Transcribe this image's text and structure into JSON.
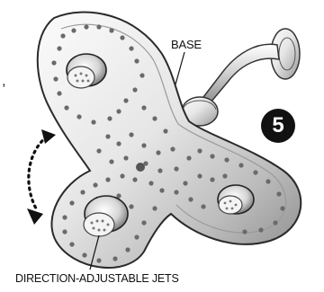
{
  "labels": {
    "base": "BASE",
    "jets": "DIRECTION-ADJUSTABLE JETS",
    "step_number": "5",
    "edge_mark": ","
  },
  "icons": {
    "rotation_arrow": "curved-dotted-double-arrow-icon",
    "shower_head": "tri-lobe-shower-head-illustration",
    "shower_arm": "shower-arm-illustration",
    "wall_flange": "wall-flange-illustration"
  },
  "colors": {
    "ink": "#111111",
    "chrome_light": "#f2f2f2",
    "chrome_mid": "#bdbdbd",
    "chrome_dark": "#6d6d6d",
    "badge_bg": "#111111",
    "badge_text": "#ffffff"
  }
}
